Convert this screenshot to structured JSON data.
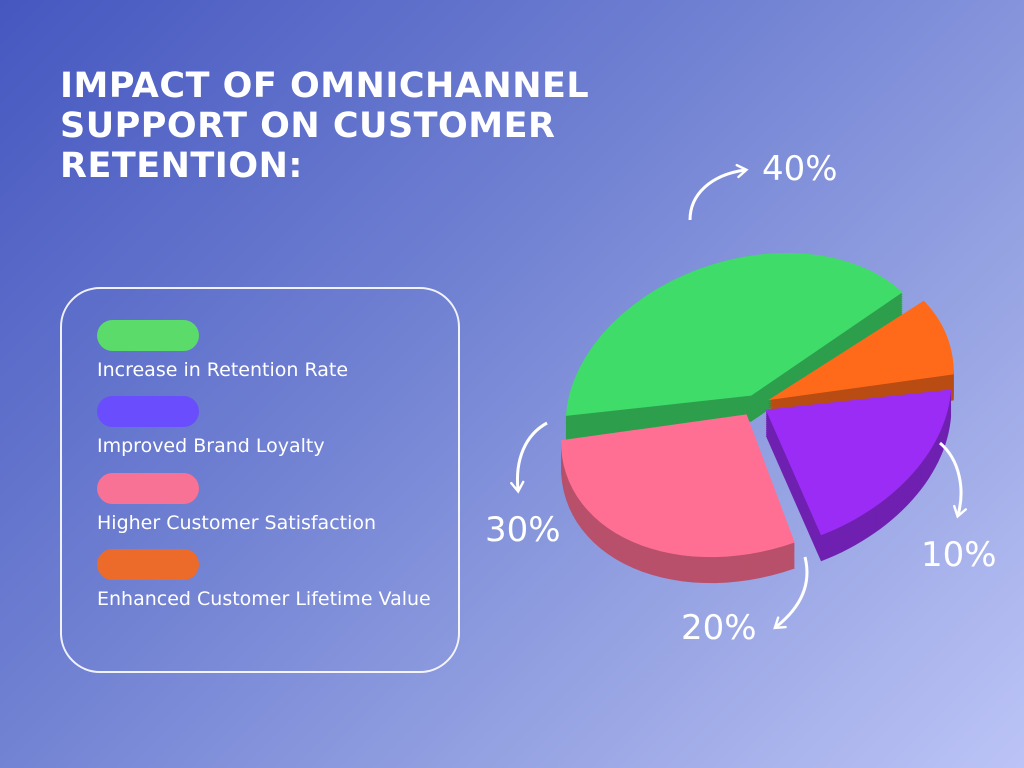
{
  "title": "IMPACT OF OMNICHANNEL SUPPORT ON CUSTOMER RETENTION:",
  "chart_data": {
    "type": "pie",
    "title": "IMPACT OF OMNICHANNEL SUPPORT ON CUSTOMER RETENTION:",
    "categories": [
      "Increase in Retention Rate",
      "Enhanced Customer Lifetime Value",
      "Improved Brand Loyalty",
      "Higher Customer Satisfaction"
    ],
    "values": [
      40,
      10,
      20,
      30
    ],
    "labels": [
      "40%",
      "10%",
      "20%",
      "30%"
    ],
    "colors": [
      "#3fdc6a",
      "#ff6a1a",
      "#9a2cf5",
      "#ff6f94"
    ],
    "legend_placement": "left"
  },
  "legend": [
    {
      "label": "Increase in Retention Rate",
      "color": "#5bdb6a"
    },
    {
      "label": "Improved Brand Loyalty",
      "color": "#6a4dfc"
    },
    {
      "label": "Higher Customer Satisfaction",
      "color": "#f77294"
    },
    {
      "label": "Enhanced Customer Lifetime Value",
      "color": "#ec6b2a"
    }
  ]
}
